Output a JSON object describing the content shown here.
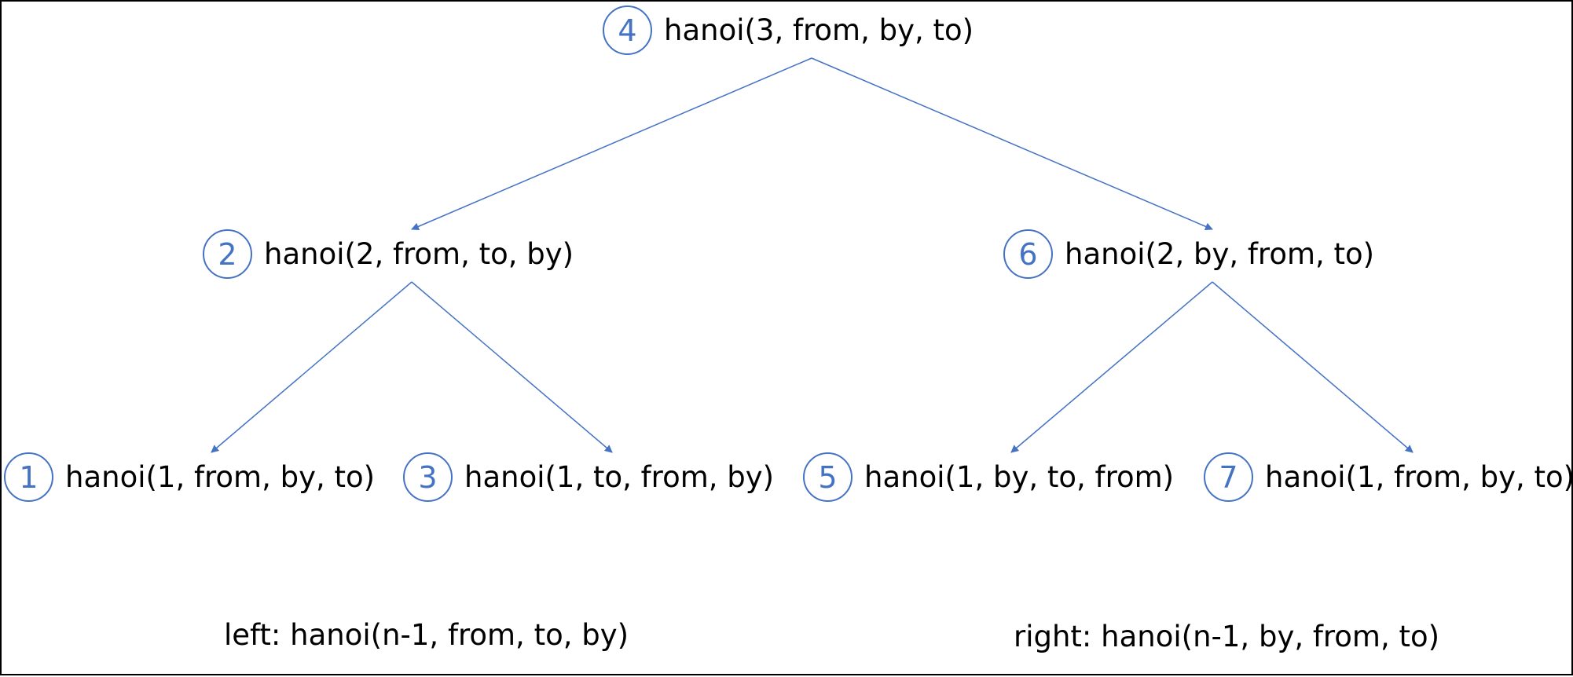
{
  "colors": {
    "accent": "#4472C4",
    "text": "#000000",
    "border": "#000000"
  },
  "nodes": [
    {
      "id": "n4",
      "order": "4",
      "call": "hanoi(3, from, by, to)"
    },
    {
      "id": "n2",
      "order": "2",
      "call": "hanoi(2, from, to, by)"
    },
    {
      "id": "n6",
      "order": "6",
      "call": "hanoi(2, by, from, to)"
    },
    {
      "id": "n1",
      "order": "1",
      "call": "hanoi(1, from, by, to)"
    },
    {
      "id": "n3",
      "order": "3",
      "call": "hanoi(1, to, from, by)"
    },
    {
      "id": "n5",
      "order": "5",
      "call": "hanoi(1, by, to, from)"
    },
    {
      "id": "n7",
      "order": "7",
      "call": "hanoi(1, from, by, to)"
    }
  ],
  "edges": [
    {
      "from": "n4",
      "to": "n2"
    },
    {
      "from": "n4",
      "to": "n6"
    },
    {
      "from": "n2",
      "to": "n1"
    },
    {
      "from": "n2",
      "to": "n3"
    },
    {
      "from": "n6",
      "to": "n5"
    },
    {
      "from": "n6",
      "to": "n7"
    }
  ],
  "captions": {
    "left": "left: hanoi(n-1, from, to, by)",
    "right": "right: hanoi(n-1, by, from, to)"
  }
}
